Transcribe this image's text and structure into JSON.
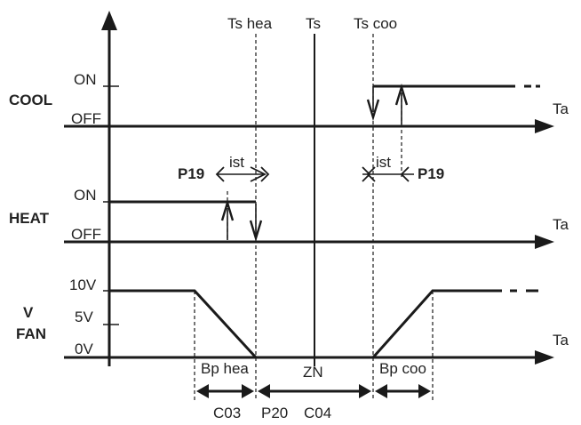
{
  "rows": {
    "cool": {
      "label": "COOL",
      "on": "ON",
      "off": "OFF",
      "axis": "Ta"
    },
    "heat": {
      "label": "HEAT",
      "on": "ON",
      "off": "OFF",
      "axis": "Ta"
    },
    "fan": {
      "label_v": "V",
      "label_fan": "FAN",
      "level_10v": "10V",
      "level_5v": "5V",
      "level_0v": "0V",
      "axis": "Ta"
    }
  },
  "setpoints": {
    "ts_hea": "Ts hea",
    "ts": "Ts",
    "ts_coo": "Ts coo"
  },
  "hysteresis": {
    "heat": {
      "param": "P19",
      "label": "ist"
    },
    "cool": {
      "label": "ist",
      "param": "P19"
    }
  },
  "bands": {
    "bp_hea": "Bp hea",
    "zn": "ZN",
    "bp_coo": "Bp coo",
    "c03": "C03",
    "p20": "P20",
    "c04": "C04"
  }
}
